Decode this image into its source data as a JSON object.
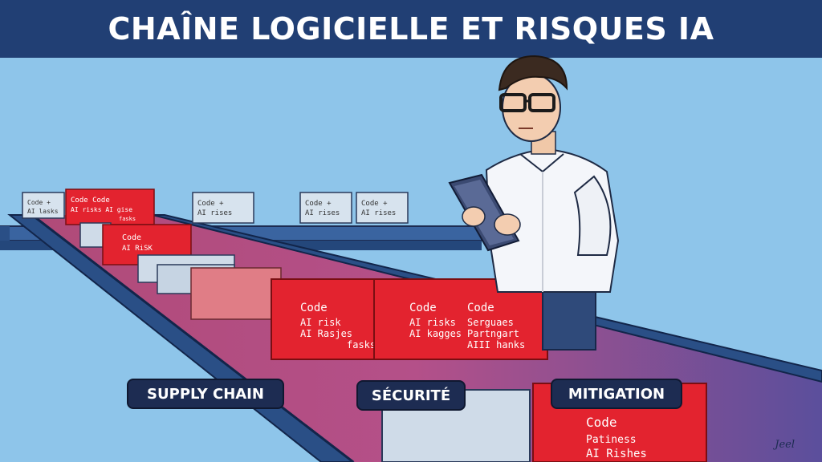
{
  "header": {
    "title": "CHAÎNE LOGICIELLE ET RISQUES IA"
  },
  "labels": {
    "supply_chain": "SUPPLY CHAIN",
    "securite": "SÉCURITÉ",
    "mitigation": "MITIGATION"
  },
  "boxes": {
    "back1": {
      "l1": "Code +",
      "l2": "AI lasks"
    },
    "back2": {
      "l1": "Code  Code",
      "l2": "AI risks AI gise",
      "l3": "fasks"
    },
    "back3": {
      "l1": "Code +",
      "l2": "AI rises"
    },
    "back4": {
      "l1": "Code +",
      "l2": "AI rises"
    },
    "back5": {
      "l1": "Code +",
      "l2": "AI rises"
    },
    "mid1": {
      "l1": "Code",
      "l2": "AI RiSK"
    },
    "front1": {
      "l1": "Code",
      "l2": "AI risk",
      "l3": "AI Rasjes",
      "l4": "fasks"
    },
    "front2": {
      "l1": "Code",
      "l2": "Code",
      "l3": "AI risks",
      "l4": "Serguaes",
      "l5": "AI kagges",
      "l6": "Partngart",
      "l7": "AIII hanks"
    },
    "bottom": {
      "l1": "Code",
      "l2": "Patiness",
      "l3": "AI Rishes"
    }
  },
  "signature": "Jeel",
  "colors": {
    "sky": "#8ec5ea",
    "banner": "#213f74",
    "risk_red": "#e3232f",
    "belt": "#2a4f86",
    "pill": "#1d2c52"
  }
}
